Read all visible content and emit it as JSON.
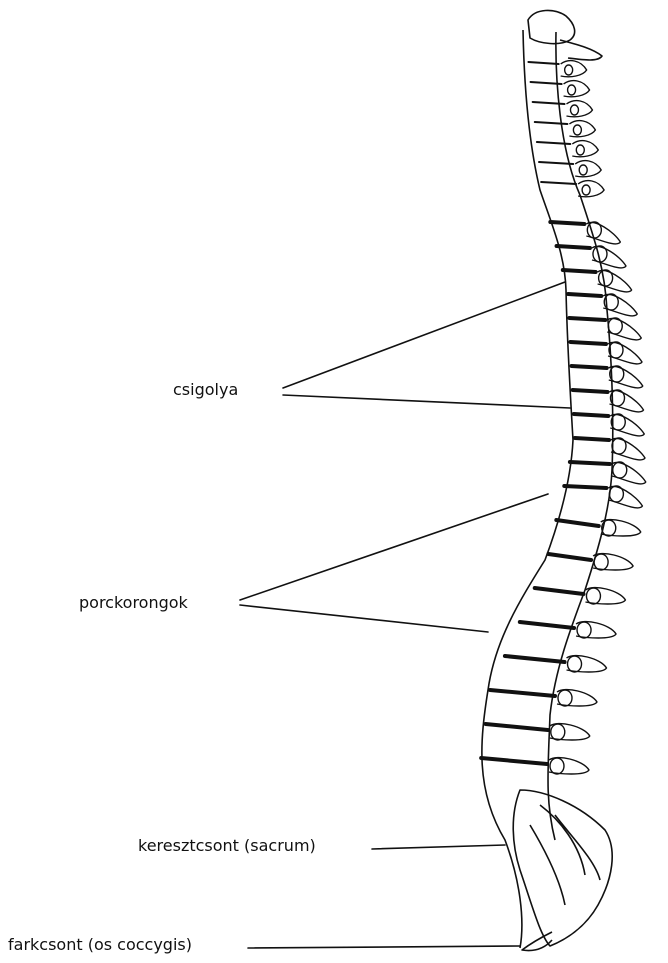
{
  "labels": {
    "vertebra": "csigolya",
    "discs": "porckorongok",
    "sacrum": "keresztcsont (sacrum)",
    "coccyx": "farkcsont (os coccygis)"
  },
  "colors": {
    "ink": "#111111",
    "background": "#ffffff"
  }
}
